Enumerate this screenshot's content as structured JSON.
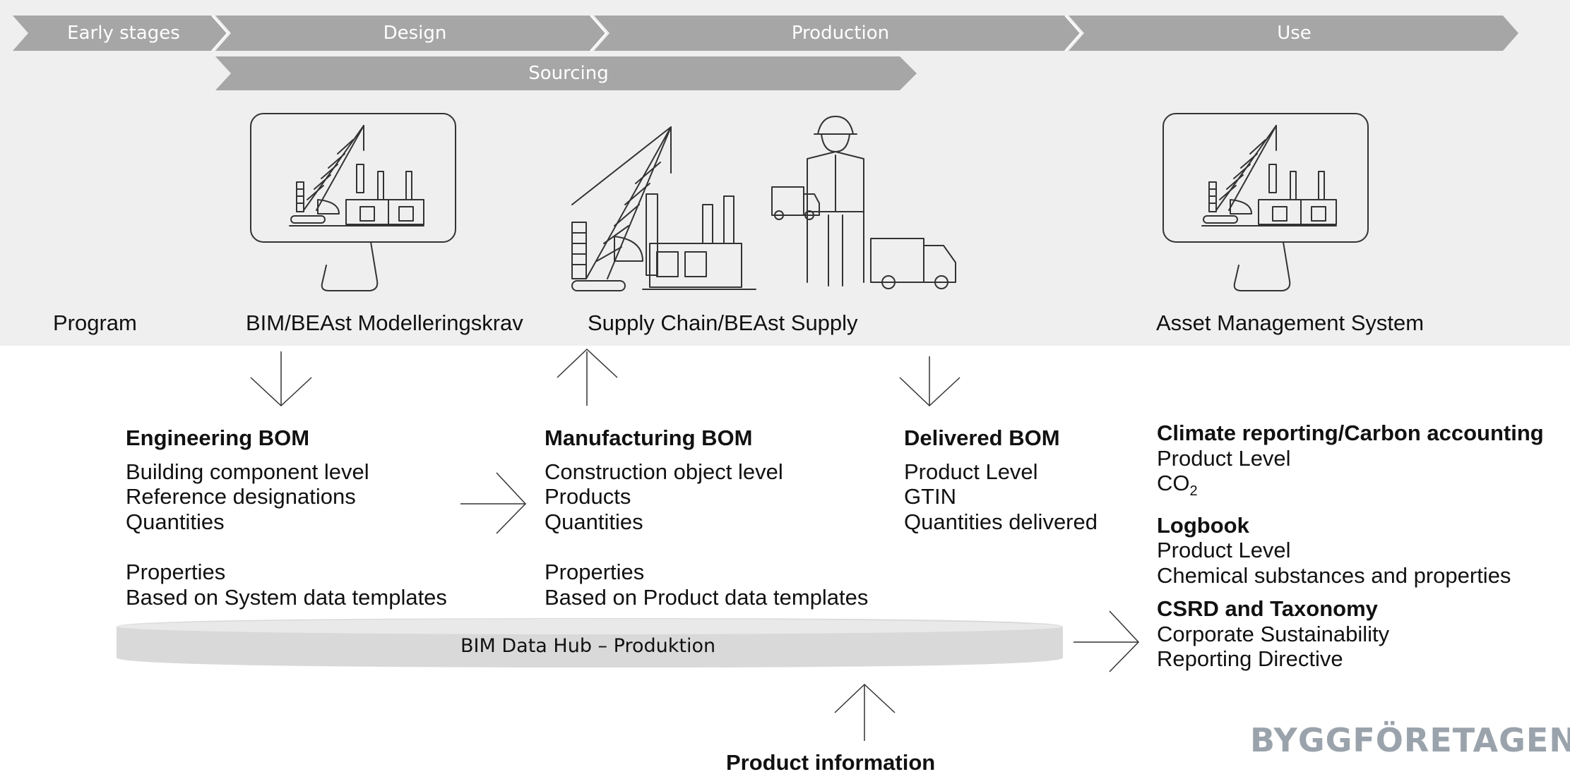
{
  "phases": {
    "early": "Early stages",
    "design": "Design",
    "production": "Production",
    "use": "Use",
    "sourcing": "Sourcing"
  },
  "illustrations": {
    "design_monitor": "monitor-construction-icon",
    "site": "construction-site-icon",
    "worker": "worker-icon",
    "use_monitor": "monitor-construction-icon"
  },
  "stage_labels": {
    "program": "Program",
    "bim": "BIM/BEAst Modelleringskrav",
    "supply": "Supply Chain/BEAst Supply",
    "asset": "Asset Management System"
  },
  "engineering": {
    "title": "Engineering BOM",
    "lines": [
      "Building component level",
      "Reference designations",
      "Quantities"
    ],
    "props_title": "Properties",
    "props": "Based on System data templates"
  },
  "manufacturing": {
    "title": "Manufacturing BOM",
    "lines": [
      "Construction object level",
      "Products",
      "Quantities"
    ],
    "props_title": "Properties",
    "props": "Based on Product data templates"
  },
  "delivered": {
    "title": "Delivered BOM",
    "lines": [
      "Product Level",
      "GTIN",
      "Quantities delivered"
    ]
  },
  "reporting": {
    "climate_title": "Climate reporting/Carbon accounting",
    "climate_line1": "Product Level",
    "climate_co": "CO",
    "climate_sub": "2",
    "logbook_title": "Logbook",
    "logbook_line1": "Product Level",
    "logbook_line2": "Chemical substances and properties",
    "csrd_title": "CSRD and Taxonomy",
    "csrd_line1": "Corporate Sustainability",
    "csrd_line2": "Reporting Directive"
  },
  "hub": {
    "label": "BIM Data Hub – Produktion"
  },
  "product_info": "Product information",
  "logo": "BYGGFÖRETAGEN",
  "colors": {
    "band": "#efefef",
    "phase_arrow": "#a6a6a6",
    "hub": "#d9d9d9",
    "logo": "#9aa3ab"
  }
}
